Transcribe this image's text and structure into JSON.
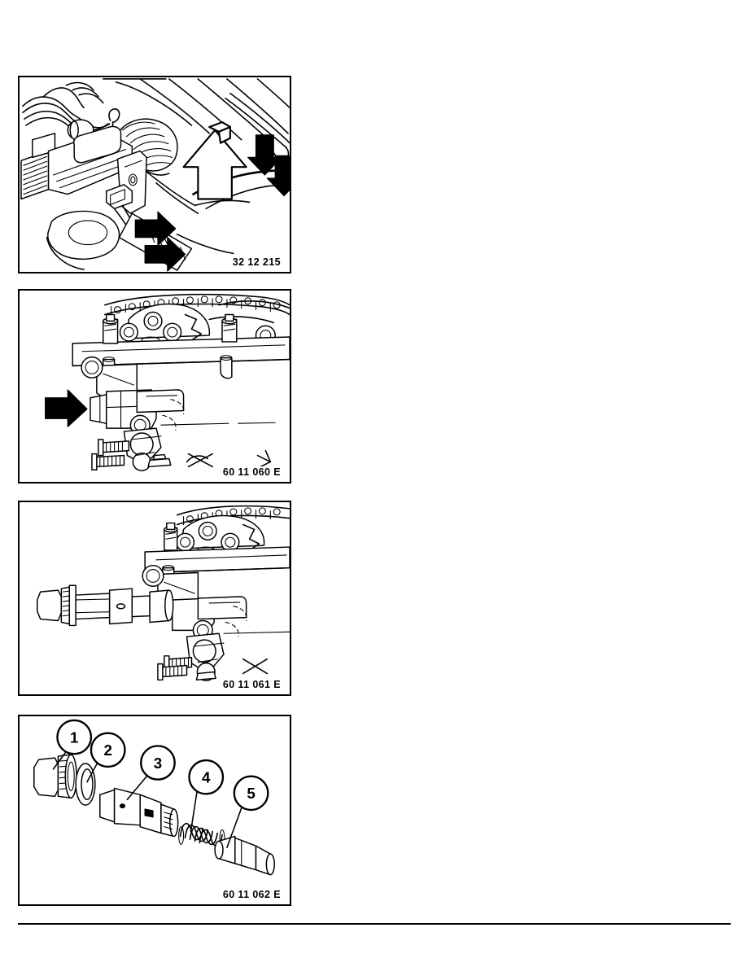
{
  "document": {
    "type": "service-manual-figure-page",
    "page_background": "#ffffff",
    "line_color": "#000000"
  },
  "figures": [
    {
      "id": "figure-1",
      "name": "engine-compartment-view",
      "code": "32 12 215",
      "description": "Engine compartment line drawing showing wiring harness, rubber boot, connector and bracket with directional arrows",
      "arrows": [
        {
          "name": "large-up-arrow",
          "style": "outline",
          "direction": "up"
        },
        {
          "name": "down-arrow-upper-right",
          "style": "solid",
          "direction": "down"
        },
        {
          "name": "down-arrow-lower-right",
          "style": "solid",
          "direction": "down"
        },
        {
          "name": "right-arrow-upper-left",
          "style": "solid",
          "direction": "right"
        },
        {
          "name": "right-arrow-lower-left",
          "style": "solid",
          "direction": "right"
        }
      ]
    },
    {
      "id": "figure-2",
      "name": "chain-tensioner-installed",
      "code": "60 11 060 E",
      "description": "Timing chain and cylinder head with chain tensioner installed, solid arrow indicating the tensioner",
      "arrows": [
        {
          "name": "pointer-arrow-left",
          "style": "solid",
          "direction": "right"
        }
      ]
    },
    {
      "id": "figure-3",
      "name": "chain-tensioner-removed",
      "code": "60 11 061 E",
      "description": "Same timing chain assembly with the chain tensioner removed and shown separately at left",
      "arrows": []
    },
    {
      "id": "figure-4",
      "name": "chain-tensioner-exploded-view",
      "code": "60 11 062 E",
      "description": "Exploded view of chain tensioner components with numbered callouts",
      "callouts": [
        {
          "number": "1",
          "name": "callout-1",
          "part": "threaded-housing-plug"
        },
        {
          "number": "2",
          "name": "callout-2",
          "part": "sealing-ring"
        },
        {
          "number": "3",
          "name": "callout-3",
          "part": "tensioner-piston-sleeve"
        },
        {
          "number": "4",
          "name": "callout-4",
          "part": "compression-spring"
        },
        {
          "number": "5",
          "name": "callout-5",
          "part": "plunger-end-piece"
        }
      ]
    }
  ],
  "footer": {
    "rule": true
  }
}
